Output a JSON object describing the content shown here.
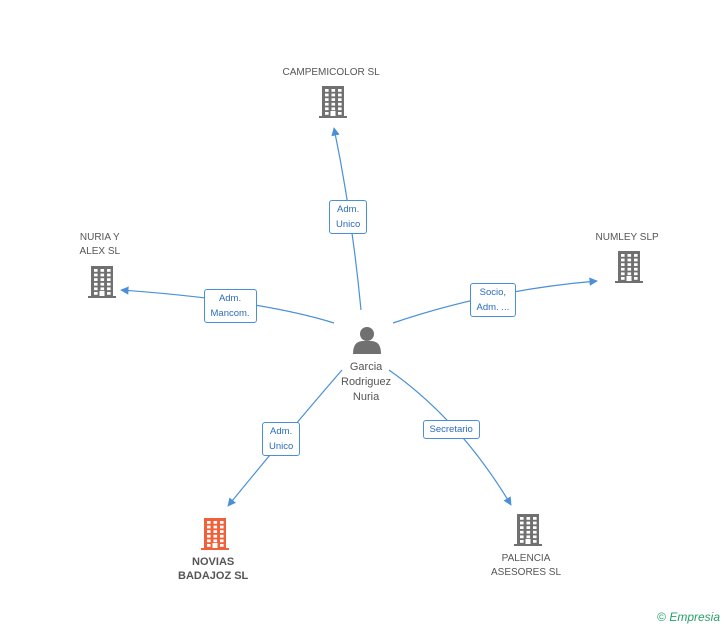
{
  "colors": {
    "node": "#707070",
    "highlight": "#f0613a",
    "edge": "#4a90d9",
    "edge_text": "#2a6bbd"
  },
  "center": {
    "lines": [
      "Garcia",
      "Rodriguez",
      "Nuria"
    ],
    "icon": "person-icon"
  },
  "nodes": [
    {
      "id": "campemicolor",
      "lines": [
        "CAMPEMICOLOR SL"
      ],
      "icon": "building-icon"
    },
    {
      "id": "numley",
      "lines": [
        "NUMLEY SLP"
      ],
      "icon": "building-icon"
    },
    {
      "id": "nuria-alex",
      "lines": [
        "NURIA Y",
        "ALEX SL"
      ],
      "icon": "building-icon"
    },
    {
      "id": "novias",
      "lines": [
        "NOVIAS",
        "BADAJOZ SL"
      ],
      "icon": "building-icon",
      "highlight": true
    },
    {
      "id": "palencia",
      "lines": [
        "PALENCIA",
        "ASESORES SL"
      ],
      "icon": "building-icon"
    }
  ],
  "edges": [
    {
      "to": "campemicolor",
      "lines": [
        "Adm.",
        "Unico"
      ]
    },
    {
      "to": "numley",
      "lines": [
        "Socio,",
        "Adm. ..."
      ]
    },
    {
      "to": "nuria-alex",
      "lines": [
        "Adm.",
        "Mancom."
      ]
    },
    {
      "to": "novias",
      "lines": [
        "Adm.",
        "Unico"
      ]
    },
    {
      "to": "palencia",
      "lines": [
        "Secretario"
      ]
    }
  ],
  "footer": {
    "copyright": "©",
    "brand": "Empresia"
  }
}
